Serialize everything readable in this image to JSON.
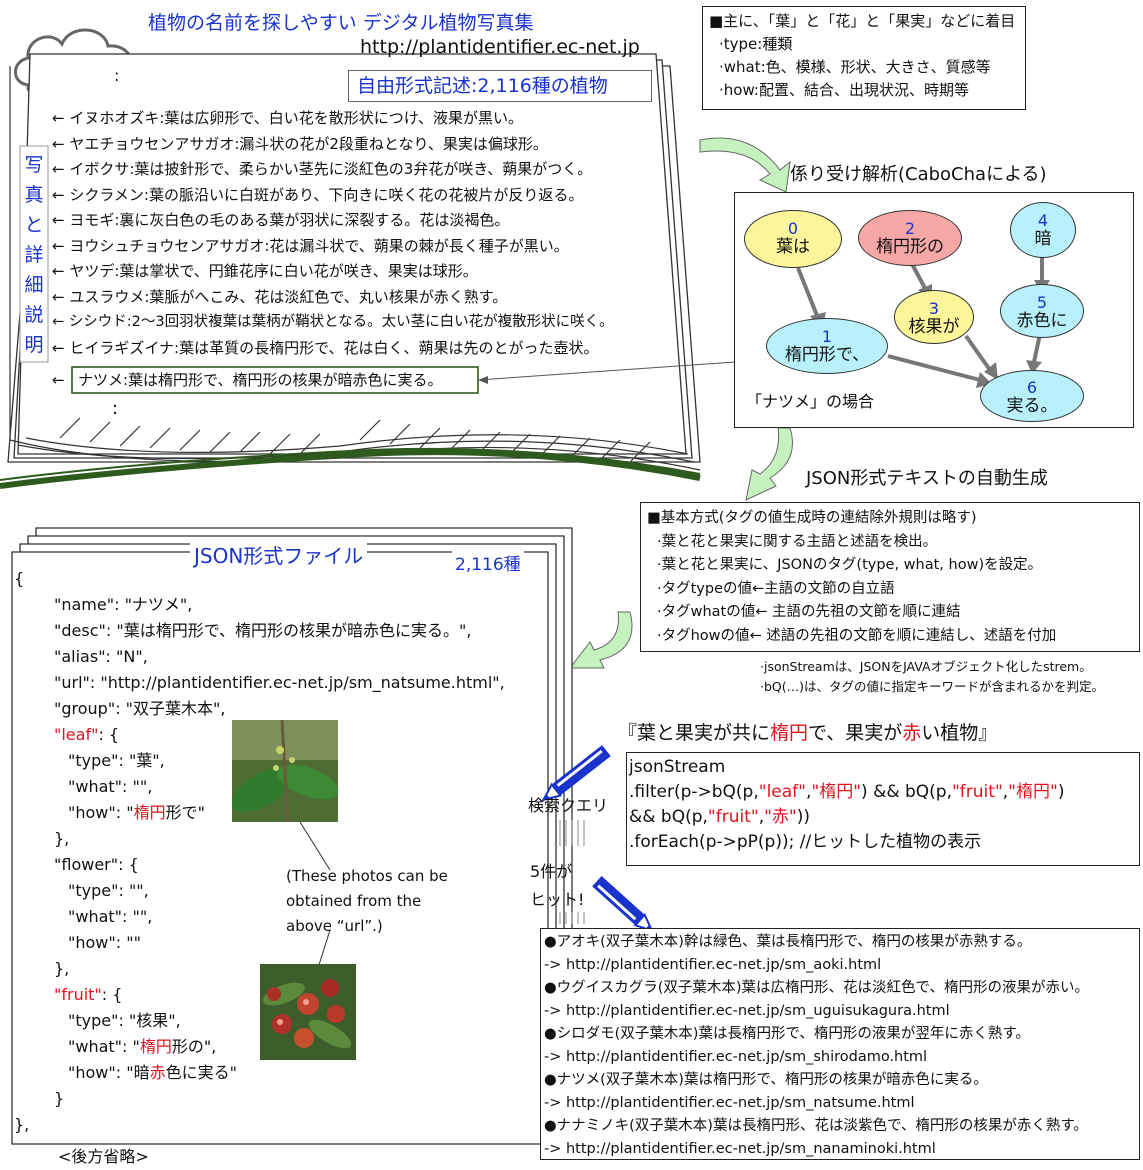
{
  "header": {
    "title": "植物の名前を探しやすい デジタル植物写真集",
    "url": "http://plantidentifier.ec-net.jp",
    "cloud_ellipsis": ":"
  },
  "book": {
    "subtitle": "自由形式記述:2,116種の植物",
    "side_label": [
      "写",
      "真",
      "と",
      "詳",
      "細",
      "説",
      "明"
    ],
    "entries": [
      "← イヌホオズキ:葉は広卵形で、白い花を散形状につけ、液果が黒い。",
      "← ヤエチョウセンアサガオ:漏斗状の花が2段重ねとなり、果実は偏球形。",
      "← イボクサ:葉は披針形で、柔らかい茎先に淡紅色の3弁花が咲き、蒴果がつく。",
      "← シクラメン:葉の脈沿いに白斑があり、下向きに咲く花の花被片が反り返る。",
      "← ヨモギ:裏に灰白色の毛のある葉が羽状に深裂する。花は淡褐色。",
      "← ヨウシュチョウセンアサガオ:花は漏斗状で、蒴果の棘が長く種子が黒い。",
      "← ヤツデ:葉は掌状で、円錐花序に白い花が咲き、果実は球形。",
      "← ユスラウメ:葉脈がへこみ、花は淡紅色で、丸い核果が赤く熟す。",
      "← シシウド:2〜3回羽状複葉は葉柄が鞘状となる。太い茎に白い花が複散形状に咲く。",
      "← ヒイラギズイナ:葉は革質の長楕円形で、花は白く、蒴果は先のとがった壺状。"
    ],
    "highlight_arrow": "←",
    "highlight_entry": "ナツメ:葉は楕円形で、楕円形の核果が暗赤色に実る。",
    "ellipsis": ":"
  },
  "focus_box": {
    "lines": [
      "■主に、「葉」と「花」と「果実」などに着目",
      "·type:種類",
      "·what:色、模様、形状、大きさ、質感等",
      "·how:配置、結合、出現状況、時期等"
    ]
  },
  "dependency": {
    "heading": "係り受け解析(CaboChaによる)",
    "case_label": "「ナツメ」の場合",
    "nodes": [
      {
        "id": "0",
        "text": "葉は",
        "color": "#fdf59a"
      },
      {
        "id": "1",
        "text": "楕円形で、",
        "color": "#b8f1fb"
      },
      {
        "id": "2",
        "text": "楕円形の",
        "color": "#f8a7a7"
      },
      {
        "id": "3",
        "text": "核果が",
        "color": "#fdf59a"
      },
      {
        "id": "4",
        "text": "暗",
        "color": "#b8f1fb"
      },
      {
        "id": "5",
        "text": "赤色に",
        "color": "#b8f1fb"
      },
      {
        "id": "6",
        "text": "実る。",
        "color": "#b8f1fb"
      }
    ]
  },
  "json_gen": {
    "heading": "JSON形式テキストの自動生成",
    "method_lines": [
      "■基本方式(タグの値生成時の連結除外規則は略す)",
      "·葉と花と果実に関する主語と述語を検出。",
      "·葉と花と果実に、JSONのタグ(type, what, how)を設定。",
      "·タグtypeの値←主語の文節の自立語",
      "·タグwhatの値← 主語の先祖の文節を順に連結",
      "·タグhowの値← 述語の先祖の文節を順に連結し、述語を付加"
    ],
    "notes": [
      "·jsonStreamは、JSONをJAVAオブジェクト化したstrem。",
      "·bQ(…)は、タグの値に指定キーワードが含まれるかを判定。"
    ]
  },
  "json_file": {
    "title": "JSON形式ファイル",
    "count": "2,116種",
    "lines": {
      "open": "{",
      "name": "\"name\": \"ナツメ\",",
      "desc": "\"desc\": \"葉は楕円形で、楕円形の核果が暗赤色に実る。\",",
      "alias": "\"alias\": \"N\",",
      "url": "\"url\": \"http://plantidentifier.ec-net.jp/sm_natsume.html\",",
      "group": "\"group\": \"双子葉木本\",",
      "leaf_key": "\"leaf\"",
      "leaf_open": ": {",
      "leaf_type": "\"type\": \"葉\",",
      "leaf_what": "\"what\": \"\",",
      "leaf_how_a": "\"how\": \"",
      "leaf_how_red": "楕円",
      "leaf_how_b": "形で\"",
      "leaf_close": "},",
      "flower_open": "\"flower\": {",
      "flower_type": "\"type\": \"\",",
      "flower_what": "\"what\": \"\",",
      "flower_how": "\"how\": \"\"",
      "flower_close": "},",
      "fruit_key": "\"fruit\"",
      "fruit_open": ": {",
      "fruit_type": "\"type\": \"核果\",",
      "fruit_what_a": "\"what\": \"",
      "fruit_what_red": "楕円",
      "fruit_what_b": "形の\",",
      "fruit_how_a": "\"how\": \"暗",
      "fruit_how_red": "赤",
      "fruit_how_b": "色に実る\"",
      "fruit_close": "}",
      "close": "},",
      "omitted": "<後方省略>"
    },
    "photo_note": [
      "(These photos can be",
      "obtained from the",
      "above “url”.)"
    ]
  },
  "query": {
    "phrase_a": "『葉と果実が共に",
    "phrase_red1": "楕円",
    "phrase_b": "で、果実が",
    "phrase_red2": "赤",
    "phrase_c": "い植物』",
    "label": "検索クエリ",
    "hits": [
      "5件が",
      "ヒット!"
    ],
    "code": {
      "l1": "jsonStream",
      "l2a": ".filter(p->bQ(p,",
      "l2b": "\"leaf\"",
      "l2c": ",",
      "l2d": "\"楕円\"",
      "l2e": ") && bQ(p,",
      "l2f": "\"fruit\"",
      "l2g": ",",
      "l2h": "\"楕円\"",
      "l2i": ")",
      "l3a": "&& bQ(p,",
      "l3b": "\"fruit\"",
      "l3c": ",",
      "l3d": "\"赤\"",
      "l3e": "))",
      "l4": ".forEach(p->pP(p)); //ヒットした植物の表示"
    }
  },
  "results": [
    "●アオキ(双子葉木本)幹は緑色、葉は長楕円形で、楕円の核果が赤熟する。",
    "-> http://plantidentifier.ec-net.jp/sm_aoki.html",
    "●ウグイスカグラ(双子葉木本)葉は広楕円形、花は淡紅色で、楕円形の液果が赤い。",
    "-> http://plantidentifier.ec-net.jp/sm_uguisukagura.html",
    "●シロダモ(双子葉木本)葉は長楕円形で、楕円形の液果が翌年に赤く熟す。",
    "-> http://plantidentifier.ec-net.jp/sm_shirodamo.html",
    "●ナツメ(双子葉木本)葉は楕円形で、楕円形の核果が暗赤色に実る。",
    "-> http://plantidentifier.ec-net.jp/sm_natsume.html",
    "●ナナミノキ(双子葉木本)葉は長楕円形、花は淡紫色で、楕円形の核果が赤く熟す。",
    "-> http://plantidentifier.ec-net.jp/sm_nanaminoki.html"
  ],
  "colors": {
    "accent_blue": "#1a33cc",
    "highlight_red": "#e0141e",
    "book_green": "#2f5a1e",
    "arrow_green": "#c6f2c0"
  }
}
